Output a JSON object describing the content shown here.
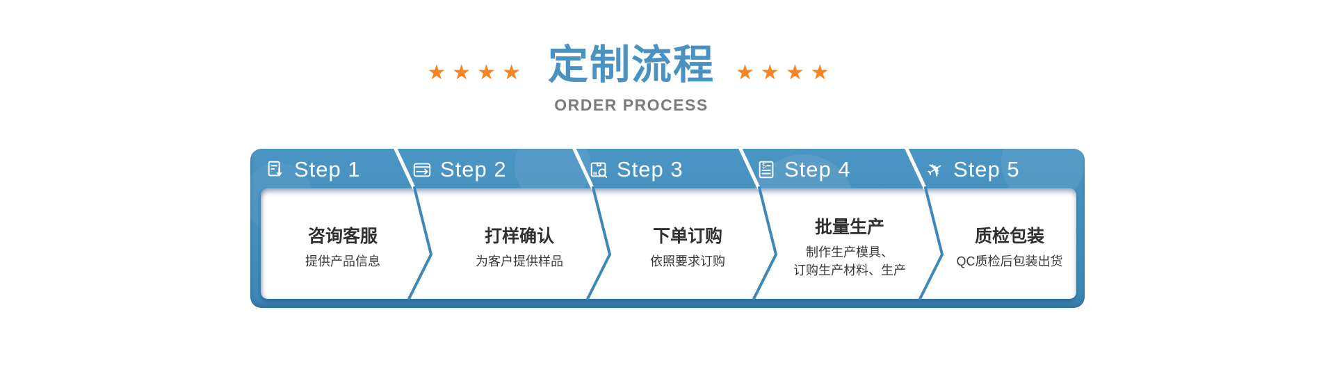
{
  "hero": {
    "title": "定制流程",
    "subtitle": "ORDER PROCESS",
    "star_char": "★",
    "stars_per_side": 4
  },
  "colors": {
    "title_blue": "#4a92c1",
    "subtitle_gray": "#7b7b7b",
    "star_orange": "#f68621",
    "panel_blue": "#4690bf",
    "panel_blue_dark": "#3d86b6",
    "chevron_blue": "#3d87ba",
    "divider_white": "#ffffff",
    "step_text_dark": "#303030"
  },
  "steps": [
    {
      "label": "Step 1",
      "icon": "document-download-icon",
      "title": "咨询客服",
      "desc1": "提供产品信息",
      "desc2": ""
    },
    {
      "label": "Step 2",
      "icon": "sample-transfer-icon",
      "title": "打样确认",
      "desc1": "为客户提供样品",
      "desc2": ""
    },
    {
      "label": "Step 3",
      "icon": "package-inspect-icon",
      "title": "下单订购",
      "desc1": "依照要求订购",
      "desc2": ""
    },
    {
      "label": "Step 4",
      "icon": "invoice-icon",
      "title": "批量生产",
      "desc1": "制作生产模具、",
      "desc2": "订购生产材料、生产"
    },
    {
      "label": "Step 5",
      "icon": "airplane-icon",
      "title": "质检包装",
      "desc1": "QC质检后包装出货",
      "desc2": ""
    }
  ]
}
